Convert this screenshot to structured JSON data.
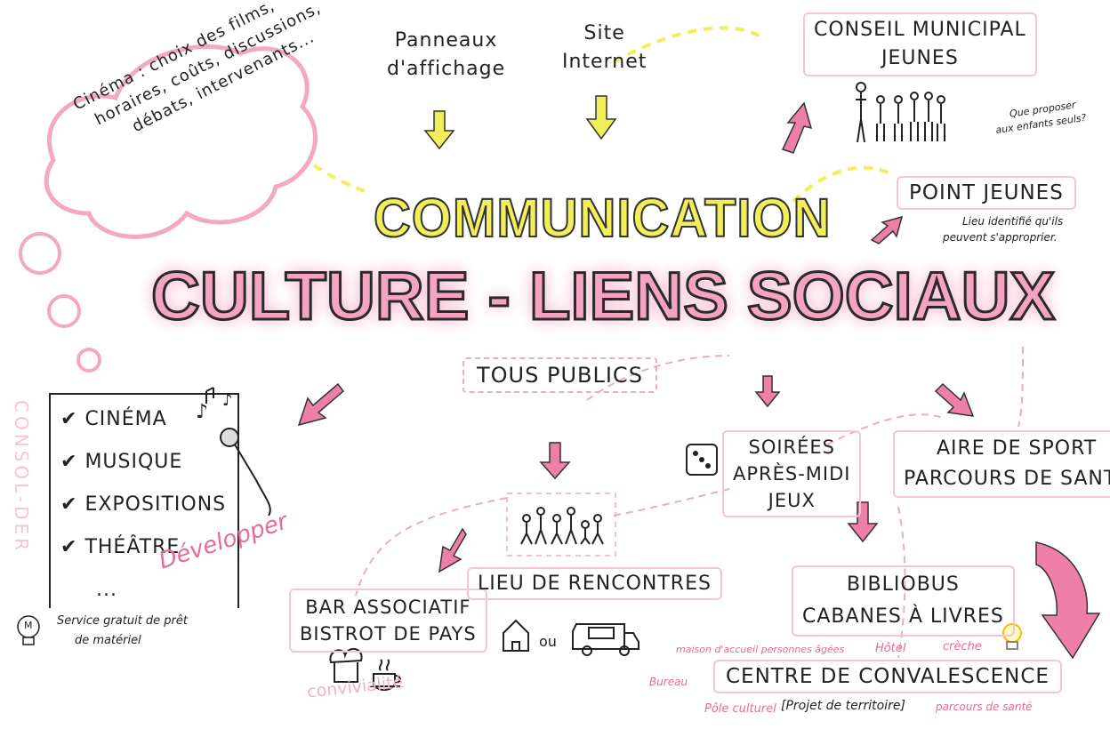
{
  "title": {
    "communication": "COMMUNICATION",
    "main": "CULTURE - LIENS SOCIAUX",
    "audience": "TOUS PUBLICS"
  },
  "communication_channels": {
    "panneaux": [
      "Panneaux",
      "d'affichage"
    ],
    "site": [
      "Site",
      "Internet"
    ]
  },
  "cloud": {
    "lines": [
      "Cinéma : choix des films,",
      "horaires, coûts, discussions,",
      "débats, intervenants..."
    ]
  },
  "conseil": {
    "title": [
      "CONSEIL MUNICIPAL",
      "JEUNES"
    ],
    "note": [
      "Que proposer",
      "aux enfants seuls?"
    ]
  },
  "point_jeunes": {
    "title": "POINT JEUNES",
    "note": [
      "Lieu identifié qu'ils",
      "peuvent s'approprier."
    ]
  },
  "activities": {
    "items": [
      "CINÉMA",
      "MUSIQUE",
      "EXPOSITIONS",
      "THÉÂTRE",
      "..."
    ],
    "side_label": "CONSOL-DER",
    "develop": "Développer",
    "service": [
      "Service gratuit de prêt",
      "de matériel"
    ],
    "bulb_letter": "M"
  },
  "bar": {
    "title": [
      "BAR ASSOCIATIF",
      "BISTROT DE PAYS"
    ],
    "note": "convivialité"
  },
  "lieu": {
    "title": "LIEU DE RENCONTRES",
    "or": "ou"
  },
  "soirees": {
    "title": [
      "SOIRÉES",
      "APRÈS-MIDI",
      "JEUX"
    ]
  },
  "sport": {
    "title": [
      "AIRE DE SPORT",
      "PARCOURS DE SANTÉ"
    ]
  },
  "bibliobus": {
    "title": [
      "BIBLIOBUS",
      "CABANES À LIVRES"
    ]
  },
  "centre": {
    "title": "CENTRE DE CONVALESCENCE",
    "around": [
      "maison d'accueil personnes âgées",
      "Hôtel",
      "crèche",
      "Bureau",
      "Pôle culturel",
      "Projet de territoire",
      "parcours de santé"
    ]
  },
  "colors": {
    "pink": "#ee7fa9",
    "pink_light": "#f7c3d6",
    "yellow": "#f1ee5a",
    "ink": "#222222"
  }
}
